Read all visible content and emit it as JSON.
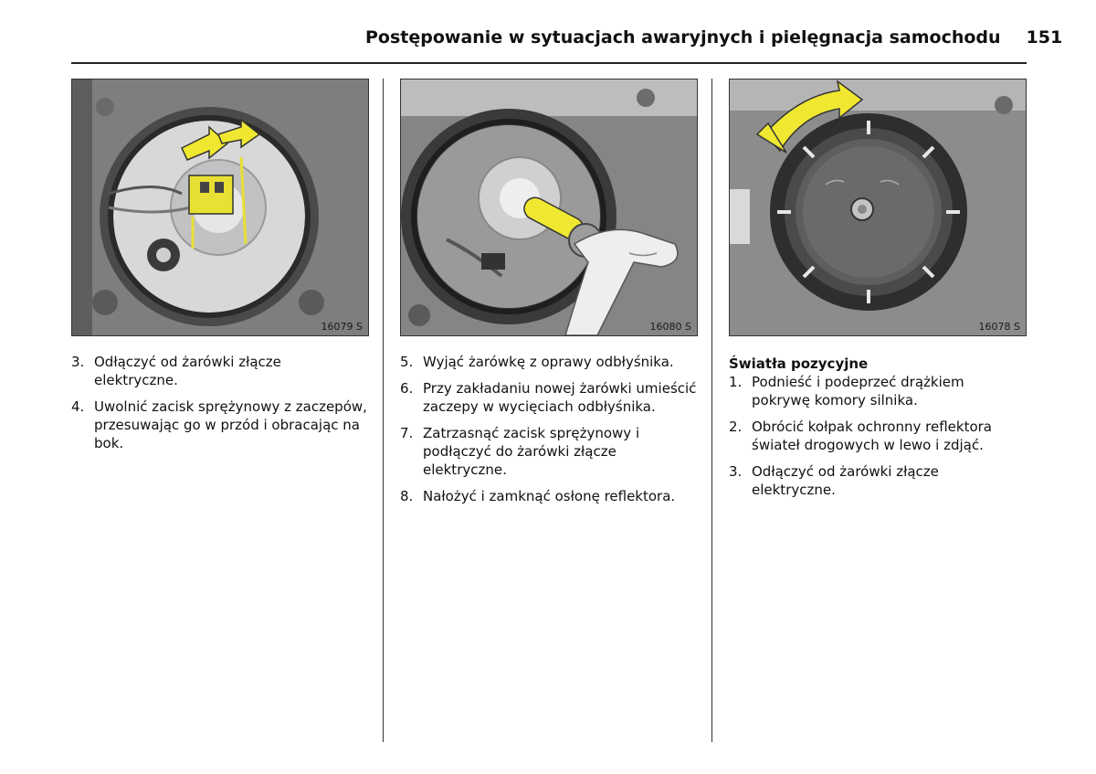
{
  "header": {
    "title": "Postępowanie w sytuacjach awaryjnych i pielęgnacja samochodu",
    "page_number": "151"
  },
  "columns": [
    {
      "figure_code": "16079 S",
      "steps": [
        {
          "num": "3.",
          "text": "Odłączyć od żarówki złącze elektryczne."
        },
        {
          "num": "4.",
          "text": "Uwolnić zacisk sprężynowy z zaczepów, przesuwając go w przód i obracając na bok."
        }
      ]
    },
    {
      "figure_code": "16080 S",
      "steps": [
        {
          "num": "5.",
          "text": "Wyjąć żarówkę z oprawy odbłyśnika."
        },
        {
          "num": "6.",
          "text": "Przy zakładaniu nowej żarówki umieścić zaczepy w wycięciach odbłyśnika."
        },
        {
          "num": "7.",
          "text": "Zatrzasnąć zacisk sprężynowy i podłączyć do żarówki złącze elektryczne."
        },
        {
          "num": "8.",
          "text": "Nałożyć i zamknąć osłonę reflektora."
        }
      ]
    },
    {
      "figure_code": "16078 S",
      "section_title": "Światła pozycyjne",
      "steps": [
        {
          "num": "1.",
          "text": "Podnieść i podeprzeć drążkiem pokrywę komory silnika."
        },
        {
          "num": "2.",
          "text": "Obrócić kołpak ochronny reflektora świateł drogowych w lewo i zdjąć."
        },
        {
          "num": "3.",
          "text": "Odłączyć od żarówki złącze elektryczne."
        }
      ]
    }
  ],
  "colors": {
    "text": "#111111",
    "rule": "#222222",
    "highlight_yellow": "#f0e830",
    "photo_grey": "#8a8a8a"
  },
  "figures": [
    {
      "id": "fig-16079",
      "icon": "headlamp-bulb-connector-diagram"
    },
    {
      "id": "fig-16080",
      "icon": "bulb-removal-hand-diagram"
    },
    {
      "id": "fig-16078",
      "icon": "protective-cap-rotation-diagram"
    }
  ]
}
